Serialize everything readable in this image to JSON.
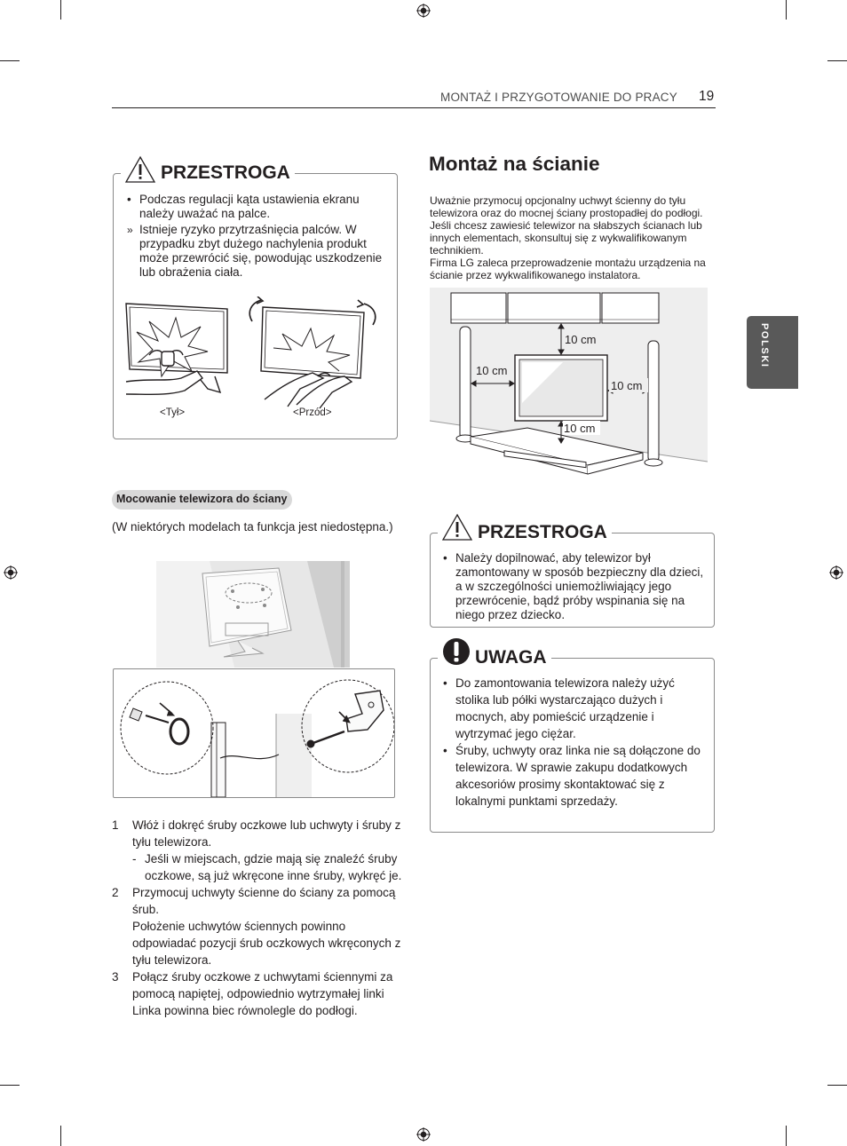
{
  "header": {
    "section": "MONTAŻ I PRZYGOTOWANIE DO PRACY",
    "page_number": "19"
  },
  "side_tab": {
    "label": "POLSKI"
  },
  "caution_top": {
    "title": "PRZESTROGA",
    "bullet_1": "Podczas regulacji kąta ustawienia ekranu należy uważać na palce.",
    "sub_1": "Istnieje ryzyko przytrzaśnięcia palców. W przypadku zbyt dużego nachylenia produkt może przewrócić się, powodując uszkodzenie lub obrażenia ciała.",
    "caption_back": "<Tył>",
    "caption_front": "<Przód>"
  },
  "wall_mount": {
    "title": "Montaż na ścianie",
    "intro_1": "Uważnie przymocuj opcjonalny uchwyt ścienny do tyłu telewizora oraz do mocnej ściany prostopadłej do podłogi. Jeśli chcesz zawiesić telewizor na słabszych ścianach lub innych elementach, skonsultuj się z wykwalifikowanym technikiem.",
    "intro_2": "Firma LG zaleca przeprowadzenie montażu urządzenia na ścianie przez wykwalifikowanego instalatora.",
    "clearance_top": "10 cm",
    "clearance_left": "10 cm",
    "clearance_right": "10 cm",
    "clearance_bottom": "10 cm"
  },
  "securing": {
    "pill": "Mocowanie telewizora do ściany",
    "availability": "(W niektórych modelach ta funkcja jest niedostępna.)",
    "steps": [
      {
        "num": "1",
        "text": "Włóż i dokręć śruby oczkowe lub uchwyty i śruby z tyłu telewizora.",
        "sub": "Jeśli w miejscach, gdzie mają się znaleźć śruby oczkowe, są już wkręcone inne śruby, wykręć je."
      },
      {
        "num": "2",
        "text": "Przymocuj uchwyty ścienne do ściany za pomocą śrub.",
        "extra": "Położenie uchwytów ściennych powinno odpowiadać pozycji śrub oczkowych wkręconych z tyłu telewizora."
      },
      {
        "num": "3",
        "text": "Połącz śruby oczkowe z uchwytami ściennymi za pomocą napiętej, odpowiednio wytrzymałej linki Linka powinna biec równolegle do podłogi."
      }
    ]
  },
  "caution_right": {
    "title": "PRZESTROGA",
    "bullet_1": "Należy dopilnować, aby telewizor był zamontowany w sposób bezpieczny dla dzieci, a w szczególności uniemożliwiający jego przewrócenie, bądź próby wspinania się na niego przez dziecko."
  },
  "note": {
    "title": "UWAGA",
    "bullet_1": "Do zamontowania telewizora należy użyć stolika lub półki wystarczająco dużych i mocnych, aby pomieścić urządzenie i wytrzymać jego ciężar.",
    "bullet_2": "Śruby, uchwyty oraz linka nie są dołączone do telewizora. W sprawie zakupu dodatkowych akcesoriów prosimy skontaktować się z lokalnymi punktami sprzedaży."
  },
  "colors": {
    "text": "#231f20",
    "tab": "#595959",
    "pill": "#d9d9d9",
    "box_border": "#8a8a8a"
  },
  "icons": [
    "warning-triangle-icon",
    "exclamation-circle-icon",
    "registration-mark-icon"
  ]
}
